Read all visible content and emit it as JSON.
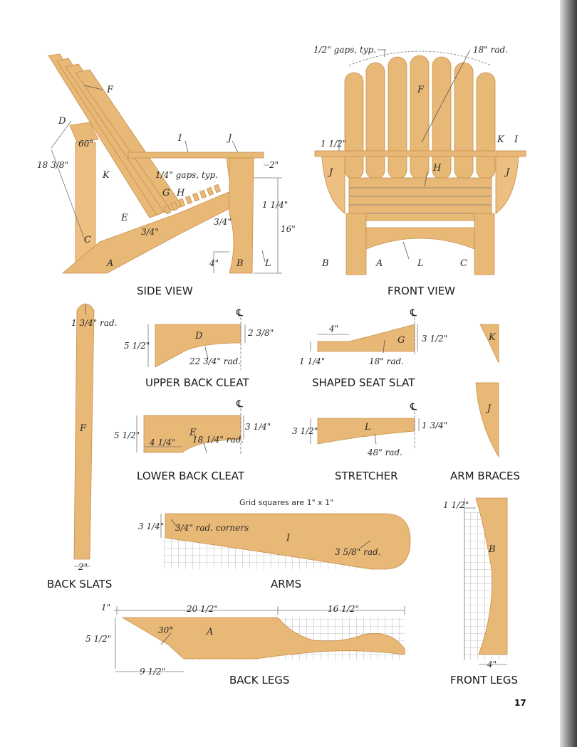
{
  "captions": {
    "side_view": "SIDE VIEW",
    "front_view": "FRONT VIEW",
    "upper_back_cleat": "UPPER BACK CLEAT",
    "shaped_seat_slat": "SHAPED SEAT SLAT",
    "lower_back_cleat": "LOWER BACK CLEAT",
    "stretcher": "STRETCHER",
    "arm_braces": "ARM BRACES",
    "back_slats": "BACK SLATS",
    "arms": "ARMS",
    "back_legs": "BACK LEGS",
    "front_legs": "FRONT LEGS",
    "grid_note": "Grid squares are 1\" x 1\""
  },
  "side_view": {
    "labels": {
      "F": "F",
      "D": "D",
      "I": "I",
      "J": "J",
      "K": "K",
      "G": "G",
      "H": "H",
      "E": "E",
      "C": "C",
      "A": "A",
      "B": "B",
      "L": "L"
    },
    "dims": {
      "angle": "60°",
      "back_height": "18 3/8\"",
      "gaps": "1/4\" gaps, typ.",
      "arm_over": "2\"",
      "quarter": "1 1/4\"",
      "three_quarter": "3/4\"",
      "three_quarter_e": "3/4\"",
      "height": "16\"",
      "leg_width": "4\""
    }
  },
  "front_view": {
    "labels": {
      "F": "F",
      "H": "H",
      "K": "K",
      "I": "I",
      "J_left": "J",
      "J_right": "J",
      "B": "B",
      "A": "A",
      "L": "L",
      "C": "C"
    },
    "dims": {
      "gaps": "1/2\" gaps, typ.",
      "radius": "18\" rad.",
      "overhang": "1 1/2\""
    }
  },
  "upper_back_cleat": {
    "label": "D",
    "centerline": "℄",
    "height": "5 1/2\"",
    "end": "2 3/8\"",
    "radius": "22 3/4\" rad."
  },
  "shaped_seat_slat": {
    "label": "G",
    "centerline": "℄",
    "flat": "4\"",
    "end": "3 1/2\"",
    "start": "1 1/4\"",
    "radius": "18\" rad."
  },
  "lower_back_cleat": {
    "label": "E",
    "centerline": "℄",
    "height": "5 1/2\"",
    "end": "3 1/4\"",
    "flat": "4 1/4\"",
    "radius": "18 1/4\" rad."
  },
  "stretcher": {
    "label": "L",
    "centerline": "℄",
    "height": "3 1/2\"",
    "end": "1 3/4\"",
    "radius": "48\" rad."
  },
  "arm_braces": {
    "label_k": "K",
    "label_j": "J"
  },
  "back_slats": {
    "label": "F",
    "radius": "1 3/4\" rad.",
    "width": "2\""
  },
  "arms": {
    "label": "I",
    "width": "3 1/4\"",
    "corners": "3/4\" rad. corners",
    "radius": "3 5/8\" rad."
  },
  "back_legs": {
    "label": "A",
    "top": "1\"",
    "length_a": "20 1/2\"",
    "length_b": "16 1/2\"",
    "height": "5 1/2\"",
    "angle": "30°",
    "bottom": "9 1/2\""
  },
  "front_legs": {
    "label": "B",
    "top": "1 1/2\"",
    "bottom": "4\""
  },
  "page_number": "17"
}
